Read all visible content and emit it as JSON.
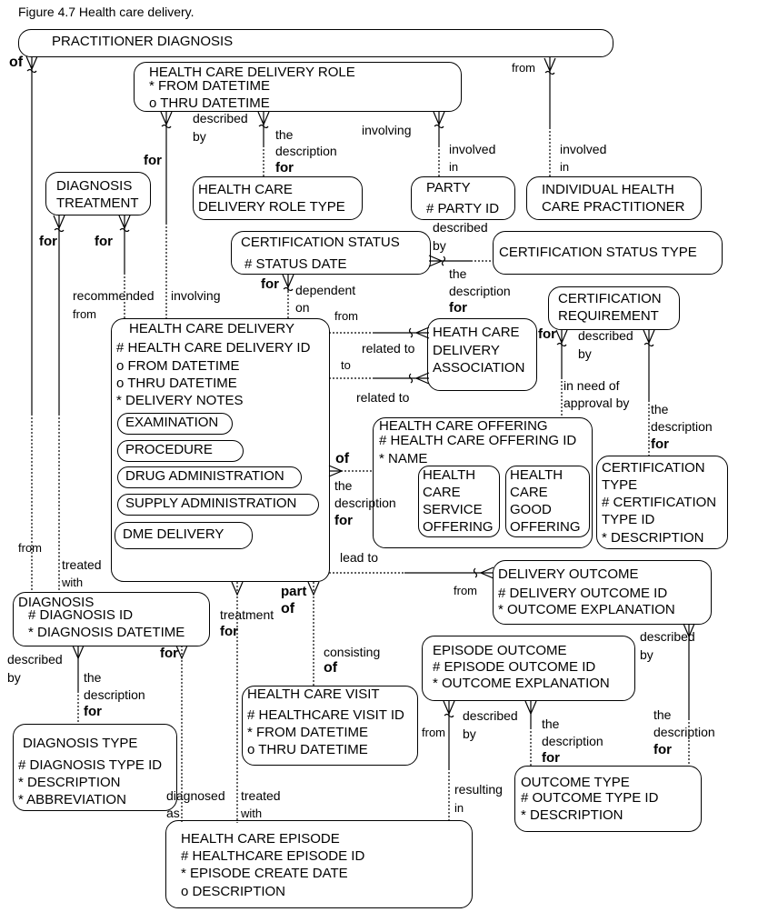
{
  "caption": "Figure 4.7 Health care delivery.",
  "entities": {
    "practitioner_diagnosis": {
      "name": "PRACTITIONER DIAGNOSIS"
    },
    "health_care_delivery_role": {
      "name": "HEALTH CARE DELIVERY ROLE",
      "attrs": [
        "* FROM DATETIME",
        "o THRU DATETIME"
      ]
    },
    "diagnosis_treatment": {
      "lines": [
        "DIAGNOSIS",
        "TREATMENT"
      ]
    },
    "health_care_delivery_role_type": {
      "lines": [
        "HEALTH CARE",
        "DELIVERY ROLE TYPE"
      ]
    },
    "party": {
      "name": "PARTY",
      "attrs": [
        "# PARTY ID"
      ]
    },
    "individual_health_care_practitioner": {
      "lines": [
        "INDIVIDUAL HEALTH",
        "CARE PRACTITIONER"
      ]
    },
    "certification_status": {
      "name": "CERTIFICATION STATUS",
      "attrs": [
        "# STATUS DATE"
      ]
    },
    "certification_status_type": {
      "name": "CERTIFICATION STATUS TYPE"
    },
    "certification_requirement": {
      "lines": [
        "CERTIFICATION",
        "REQUIREMENT"
      ]
    },
    "health_care_delivery": {
      "name": "HEALTH CARE DELIVERY",
      "attrs": [
        "# HEALTH CARE DELIVERY ID",
        "o FROM DATETIME",
        "o THRU DATETIME",
        "* DELIVERY NOTES"
      ],
      "subtypes": [
        "EXAMINATION",
        "PROCEDURE",
        "DRUG ADMINISTRATION",
        "SUPPLY ADMINISTRATION",
        "DME DELIVERY"
      ]
    },
    "health_care_delivery_association": {
      "lines": [
        "HEATH CARE",
        "DELIVERY",
        "ASSOCIATION"
      ]
    },
    "health_care_offering": {
      "name": "HEALTH CARE OFFERING",
      "attrs": [
        "# HEALTH CARE OFFERING ID",
        "* NAME"
      ],
      "subtypes": [
        {
          "lines": [
            "HEALTH",
            "CARE",
            "SERVICE",
            "OFFERING"
          ]
        },
        {
          "lines": [
            "HEALTH",
            "CARE",
            "GOOD",
            "OFFERING"
          ]
        }
      ]
    },
    "certification_type": {
      "lines": [
        "CERTIFICATION",
        "TYPE",
        "# CERTIFICATION",
        "TYPE ID",
        "* DESCRIPTION"
      ]
    },
    "delivery_outcome": {
      "name": "DELIVERY OUTCOME",
      "attrs": [
        "# DELIVERY OUTCOME ID",
        "* OUTCOME EXPLANATION"
      ]
    },
    "diagnosis": {
      "name": "DIAGNOSIS",
      "attrs": [
        "# DIAGNOSIS ID",
        "* DIAGNOSIS DATETIME"
      ]
    },
    "episode_outcome": {
      "name": "EPISODE OUTCOME",
      "attrs": [
        "# EPISODE OUTCOME ID",
        "* OUTCOME EXPLANATION"
      ]
    },
    "diagnosis_type": {
      "name": "DIAGNOSIS TYPE",
      "attrs": [
        "# DIAGNOSIS TYPE ID",
        "* DESCRIPTION",
        "* ABBREVIATION"
      ]
    },
    "health_care_visit": {
      "name": "HEALTH CARE VISIT",
      "attrs": [
        "# HEALTHCARE VISIT ID",
        "* FROM DATETIME",
        "o THRU DATETIME"
      ]
    },
    "outcome_type": {
      "name": "OUTCOME TYPE",
      "attrs": [
        "# OUTCOME TYPE ID",
        "* DESCRIPTION"
      ]
    },
    "health_care_episode": {
      "name": "HEALTH CARE EPISODE",
      "attrs": [
        "# HEALTHCARE EPISODE ID",
        "* EPISODE CREATE DATE",
        "o DESCRIPTION"
      ]
    }
  },
  "labels": {
    "of_pd": "of",
    "from_pd": "from",
    "described_by_1": "described",
    "described_by_1b": "by",
    "the_desc_1a": "the",
    "the_desc_1b": "description",
    "for_1": "for",
    "involving_1": "involving",
    "involved_in_1a": "involved",
    "involved_in_1b": "in",
    "involved_in_2a": "involved",
    "involved_in_2b": "in",
    "for_hcdr": "for",
    "for_dt1": "for",
    "for_dt2": "for",
    "recommended_from_a": "recommended",
    "recommended_from_b": "from",
    "involving_2": "involving",
    "for_cs": "for",
    "dependent_on_a": "dependent",
    "dependent_on_b": "on",
    "cs_described_a": "described",
    "cs_described_b": "by",
    "cs_the_a": "the",
    "cs_the_b": "description",
    "cs_for": "for",
    "from_assoc": "from",
    "related_to_1": "related to",
    "to_assoc": "to",
    "related_to_2": "related to",
    "for_cr": "for",
    "cr_described_a": "described",
    "cr_described_b": "by",
    "in_need_a": "in need of",
    "in_need_b": "approval by",
    "ct_the_a": "the",
    "ct_the_b": "description",
    "ct_for": "for",
    "of_offering": "of",
    "offering_the_a": "the",
    "offering_the_b": "description",
    "offering_for": "for",
    "lead_to": "lead to",
    "from_outcome": "from",
    "from_diag": "from",
    "treated_with_a": "treated",
    "treated_with_b": "with",
    "treatment_for_a": "treatment",
    "treatment_for_b": "for",
    "part_of_a": "part",
    "part_of_b": "of",
    "consisting_of_a": "consisting",
    "consisting_of_b": "of",
    "diag_described_a": "described",
    "diag_described_b": "by",
    "diag_the_a": "the",
    "diag_the_b": "description",
    "diag_for": "for",
    "for_diag": "for",
    "do_described_a": "described",
    "do_described_b": "by",
    "eo_from": "from",
    "eo_described_a": "described",
    "eo_described_b": "by",
    "eo_the_a": "the",
    "eo_the_b": "description",
    "eo_for": "for",
    "do_the_a": "the",
    "do_the_b": "description",
    "do_for": "for",
    "diagnosed_as_a": "diagnosed",
    "diagnosed_as_b": "as",
    "treated_with2_a": "treated",
    "treated_with2_b": "with",
    "resulting_in_a": "resulting",
    "resulting_in_b": "in"
  }
}
